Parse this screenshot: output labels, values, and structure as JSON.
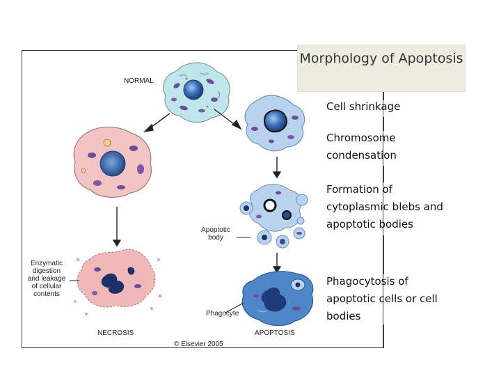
{
  "title": "Morphology of Apoptosis",
  "labels": {
    "normal": "NORMAL",
    "necrosis": "NECROSIS",
    "apoptosis": "APOPTOSIS",
    "apoptotic_body": "Apoptotic\nbody",
    "phagocyte": "Phagocyte",
    "enzymatic": "Enzymatic\ndigestion\nand leakage\nof cellular\ncontents",
    "copyright": "© Elsevier 2005"
  },
  "steps": [
    "Cell shrinkage",
    "Chromosome\ncondensation",
    "Formation of\ncytoplasmic blebs and\napoptotic bodies",
    "Phagocytosis of\napoptotic cells or cell\nbodies"
  ],
  "colors": {
    "normal_cell": "#bfe6ea",
    "necrotic_cell": "#f3c4c4",
    "apoptotic_cell": "#b9d3ee",
    "phagocyte": "#4f86c9",
    "nucleus": "#3f6fb8",
    "organelle": "#6b4d9a",
    "title_bg": "#eeebe0"
  }
}
